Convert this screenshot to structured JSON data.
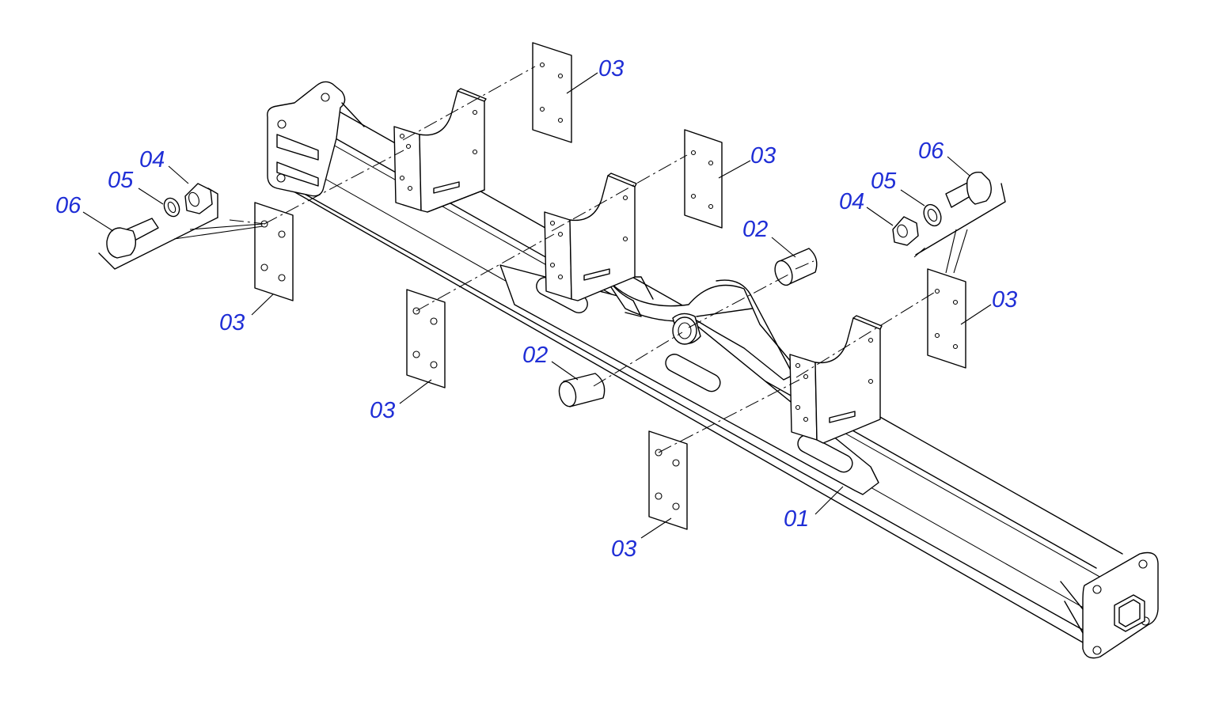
{
  "colors": {
    "line": "#000000",
    "callout": "#1f2ed6",
    "background": "#ffffff"
  },
  "callouts": [
    {
      "id": "c-03-top",
      "label": "03"
    },
    {
      "id": "c-03-top-mid",
      "label": "03"
    },
    {
      "id": "c-03-right",
      "label": "03"
    },
    {
      "id": "c-03-left",
      "label": "03"
    },
    {
      "id": "c-03-lower-left",
      "label": "03"
    },
    {
      "id": "c-03-bottom",
      "label": "03"
    },
    {
      "id": "c-02-right",
      "label": "02"
    },
    {
      "id": "c-02-left",
      "label": "02"
    },
    {
      "id": "c-01",
      "label": "01"
    },
    {
      "id": "c-04-left",
      "label": "04"
    },
    {
      "id": "c-05-left",
      "label": "05"
    },
    {
      "id": "c-06-left",
      "label": "06"
    },
    {
      "id": "c-04-right",
      "label": "04"
    },
    {
      "id": "c-05-right",
      "label": "05"
    },
    {
      "id": "c-06-right",
      "label": "06"
    }
  ]
}
